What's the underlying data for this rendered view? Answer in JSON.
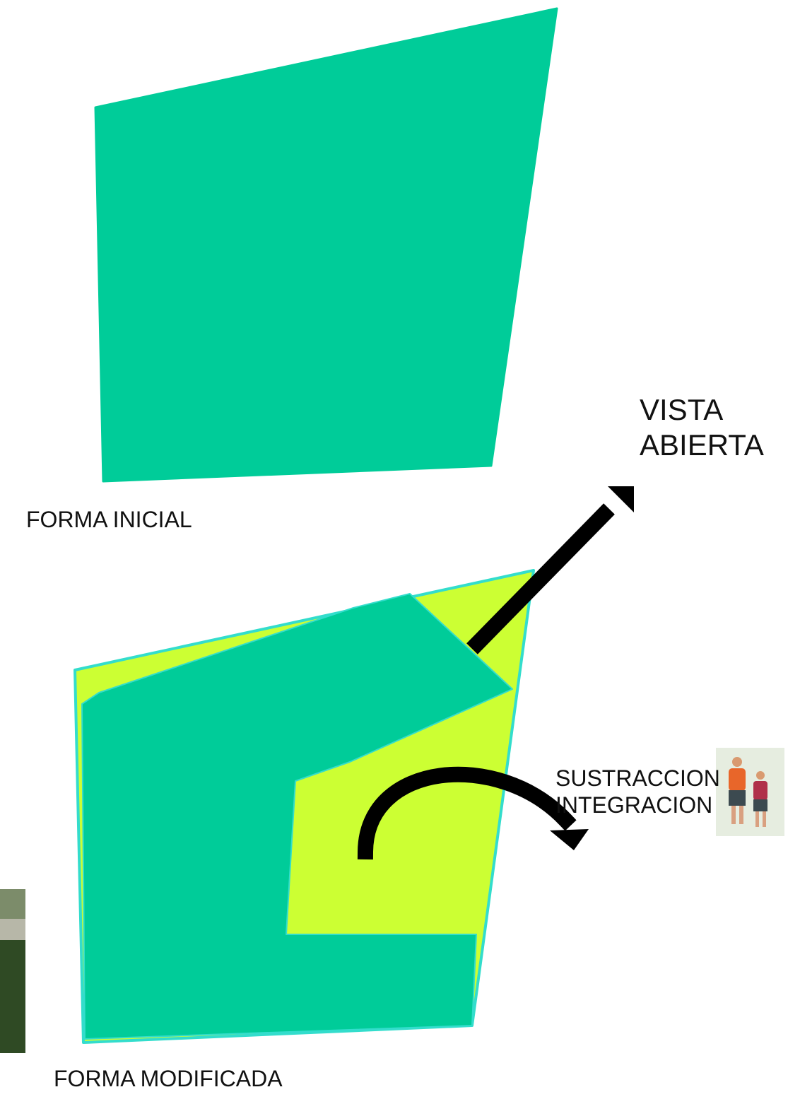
{
  "labels": {
    "forma_inicial": "FORMA INICIAL",
    "vista_abierta": [
      "VISTA",
      "ABIERTA"
    ],
    "sustraccion_integracion": [
      "SUSTRACCION",
      "INTEGRACION"
    ],
    "forma_modificada": "FORMA MODIFICADA"
  },
  "colors": {
    "teal": "#00CC99",
    "lime": "#CCFF33",
    "outline": "#33DDCC",
    "arrow": "#000000"
  },
  "icons": {
    "people_photo": "walking-couple-image",
    "site_photo": "site-landscape-image"
  }
}
